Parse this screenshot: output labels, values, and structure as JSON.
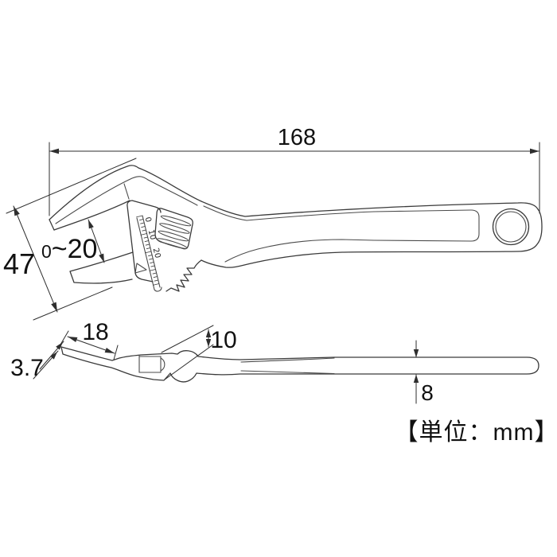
{
  "drawing": {
    "unit_note": "【単位：mm】",
    "top_view": {
      "overall_length": "168",
      "head_height": "47",
      "jaw_capacity": {
        "min": "0",
        "range_suffix": "~20"
      },
      "jaw_scale_ticks": [
        "0",
        "10",
        "20"
      ]
    },
    "side_view": {
      "tip_length": "18",
      "tip_thickness": "3.7",
      "head_width": "10",
      "handle_thickness": "8"
    }
  },
  "colors": {
    "line": "#3a3a3a",
    "dimension": "#2e2e2e",
    "text": "#111111",
    "background": "#ffffff"
  }
}
